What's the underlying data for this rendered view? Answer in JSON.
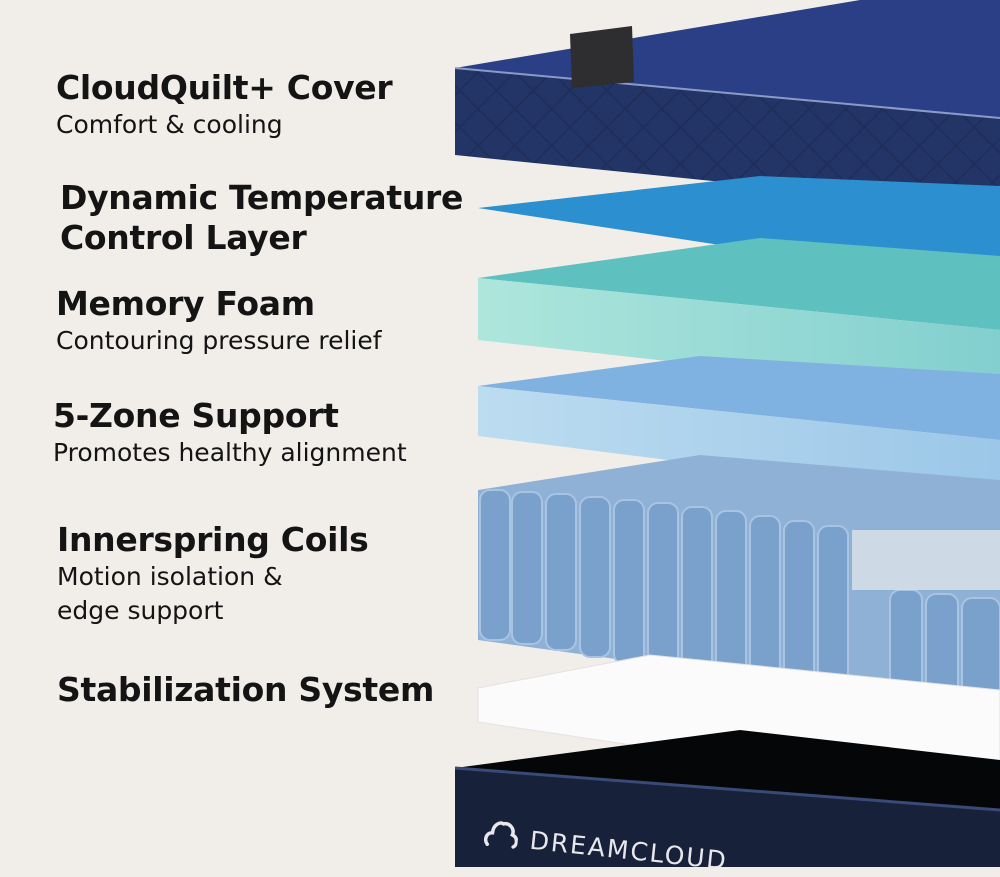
{
  "layers": [
    {
      "title": "CloudQuilt+ Cover",
      "subtitle": "Comfort & cooling"
    },
    {
      "title": "Dynamic Temperature Control Layer"
    },
    {
      "title": "Memory Foam",
      "subtitle": "Contouring pressure relief"
    },
    {
      "title": "5-Zone Support",
      "subtitle": "Promotes healthy alignment"
    },
    {
      "title": "Innerspring Coils",
      "subtitle": "Motion isolation & edge support"
    },
    {
      "title": "Stabilization System"
    }
  ],
  "brand": {
    "name": "DREAMCLOUD",
    "icon": "cloud-icon"
  },
  "colors": {
    "background": "#f1eee9",
    "cover": "#1c2c58",
    "base": "#141b2e"
  }
}
